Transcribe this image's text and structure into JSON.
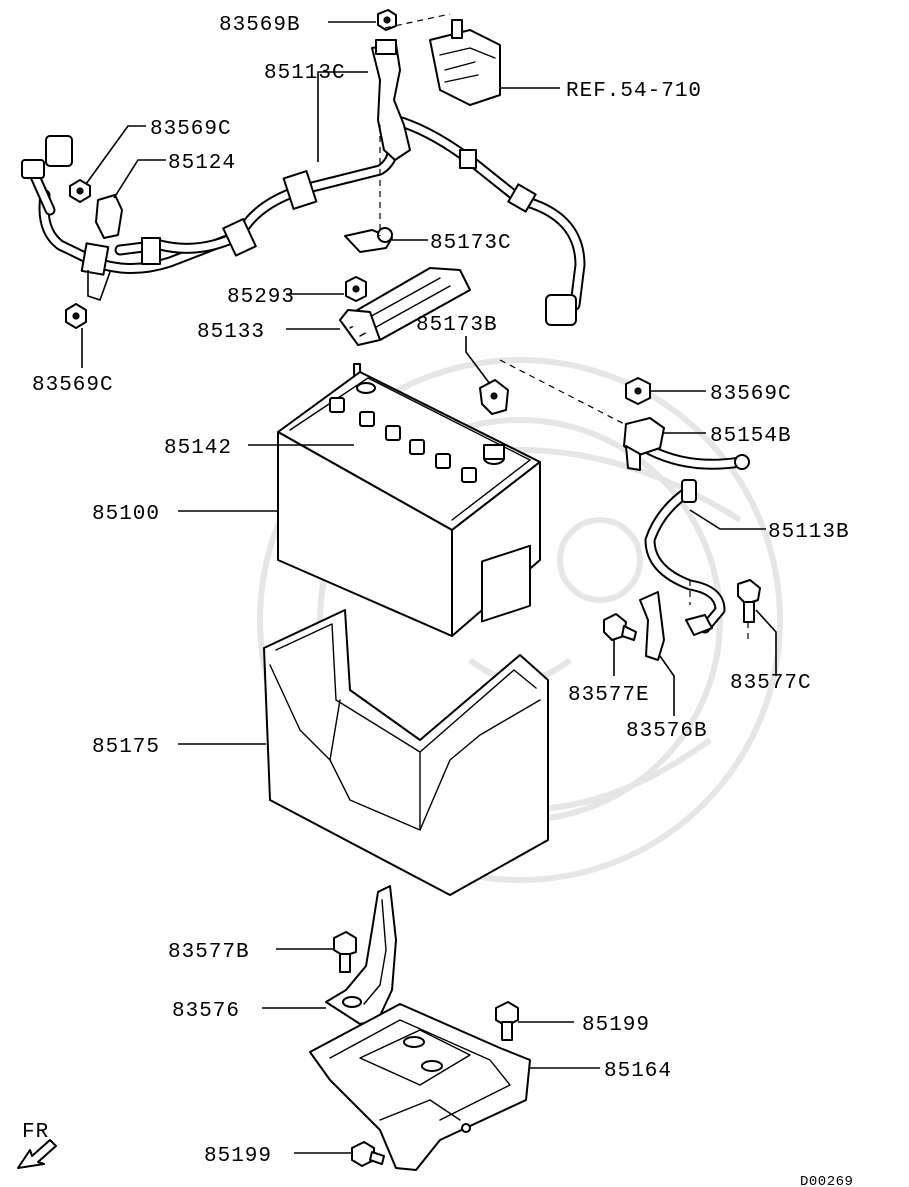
{
  "diagram_id": "D00269",
  "direction_label": "FR",
  "labels": {
    "l_83569B": "83569B",
    "l_85113C": "85113C",
    "l_ref": "REF.54-710",
    "l_83569C_a": "83569C",
    "l_85124": "85124",
    "l_85173C": "85173C",
    "l_85293": "85293",
    "l_85133": "85133",
    "l_85173B": "85173B",
    "l_83569C_b": "83569C",
    "l_83569C_c": "83569C",
    "l_85154B": "85154B",
    "l_85142": "85142",
    "l_85100": "85100",
    "l_85113B": "85113B",
    "l_83577E": "83577E",
    "l_83577C": "83577C",
    "l_83576B": "83576B",
    "l_85175": "85175",
    "l_83577B": "83577B",
    "l_83576": "83576",
    "l_85199_a": "85199",
    "l_85164": "85164",
    "l_85199_b": "85199"
  }
}
